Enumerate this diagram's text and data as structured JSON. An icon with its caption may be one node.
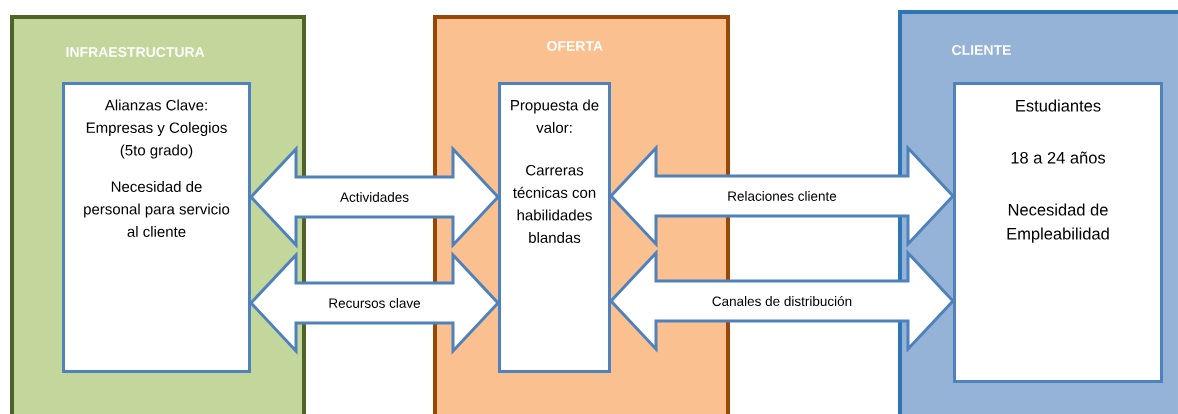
{
  "diagram": {
    "nodes": [
      {
        "text": [
          "INFRAESTRUCTURA"
        ]
      },
      {
        "text": [
          "Alianzas Clave: Empresas y Colegios (5to grado)",
          "Necesidad de personal para servicio al cliente"
        ],
        "in": 0
      },
      {
        "text": [
          "OFERTA"
        ]
      },
      {
        "text": [
          "Propuesta de valor:",
          "Carreras técnicas con habilidades blandas"
        ],
        "in": 2
      },
      {
        "text": [
          "CLIENTE"
        ]
      },
      {
        "text": [
          "Estudiantes",
          "18 a 24 años",
          "Necesidad de Empleabilidad"
        ],
        "in": 4
      }
    ],
    "edges": [
      {
        "from": 1,
        "to": 3,
        "arrow": "both",
        "label": "Actividades"
      },
      {
        "from": 1,
        "to": 3,
        "arrow": "both",
        "label": "Recursos clave"
      },
      {
        "from": 3,
        "to": 5,
        "arrow": "both",
        "label": "Relaciones cliente"
      },
      {
        "from": 3,
        "to": 5,
        "arrow": "both",
        "label": "Canales de distribución"
      }
    ]
  }
}
